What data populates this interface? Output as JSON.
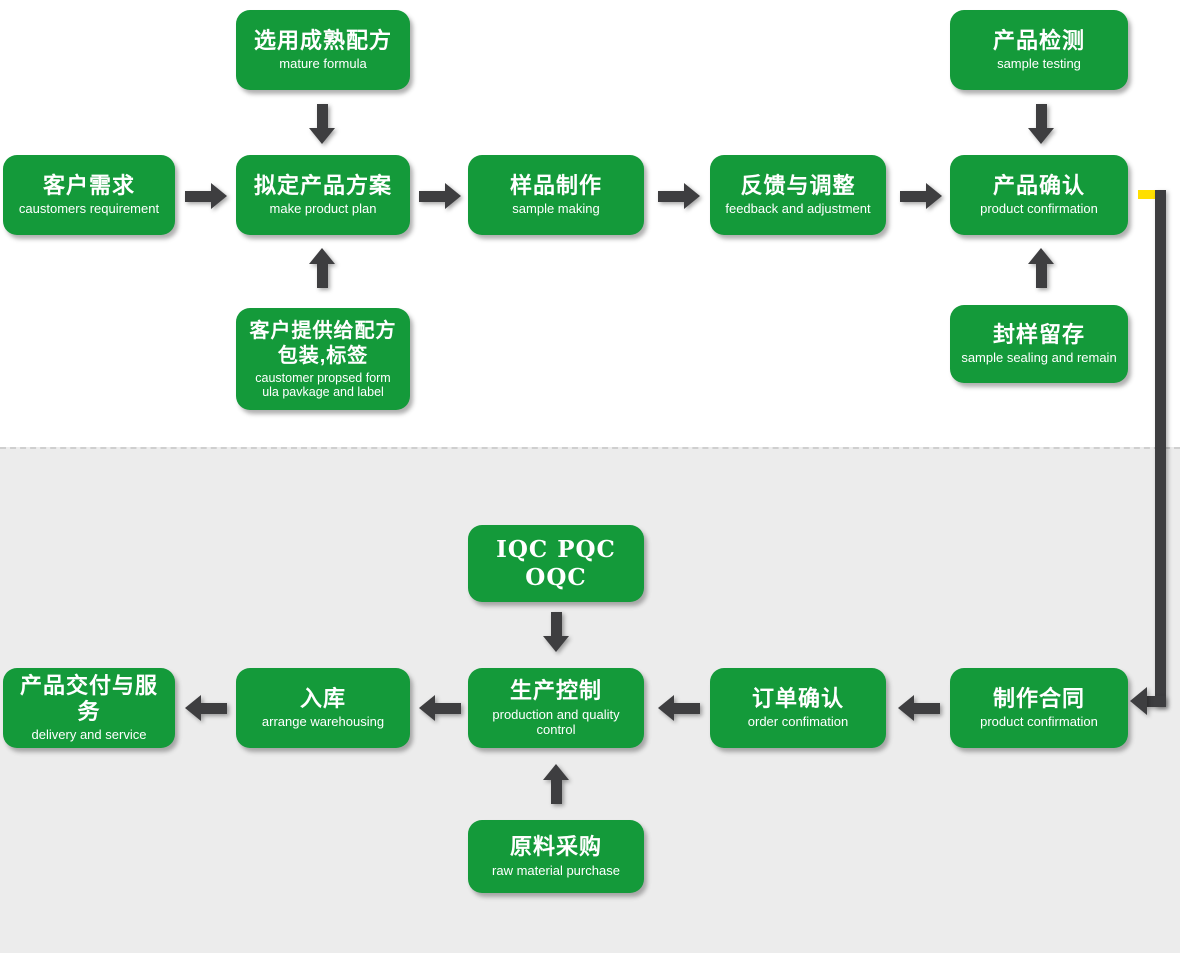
{
  "colors": {
    "box_green": "#149a3a",
    "arrow_gray": "#3e3e40",
    "bottom_section_bg": "#ececec",
    "divider_dash": "#cfcfcf",
    "connector_yellow": "#ffdf00",
    "text_white": "#ffffff"
  },
  "nodes": {
    "mature_formula": {
      "title": "选用成熟配方",
      "subtitle": "mature formula"
    },
    "sample_testing": {
      "title": "产品检测",
      "subtitle": "sample testing"
    },
    "customer_requirement": {
      "title": "客户需求",
      "subtitle": "caustomers requirement"
    },
    "product_plan": {
      "title": "拟定产品方案",
      "subtitle": "make product plan"
    },
    "sample_making": {
      "title": "样品制作",
      "subtitle": "sample making"
    },
    "feedback_adjustment": {
      "title": "反馈与调整",
      "subtitle": "feedback and adjustment"
    },
    "product_confirmation": {
      "title": "产品确认",
      "subtitle": "product confirmation"
    },
    "customer_formula": {
      "title_line1": "客户提供给配方",
      "title_line2": "包装,标签",
      "subtitle_line1": "caustomer propsed form",
      "subtitle_line2": "ula pavkage and label"
    },
    "sample_sealing": {
      "title": "封样留存",
      "subtitle": "sample sealing and remain"
    },
    "iqc": {
      "title": "IQC PQC OQC"
    },
    "delivery_service": {
      "title": "产品交付与服务",
      "subtitle": "delivery and service"
    },
    "warehousing": {
      "title": "入库",
      "subtitle": "arrange warehousing"
    },
    "production_control": {
      "title": "生产控制",
      "subtitle": "production and quality control"
    },
    "order_confirmation": {
      "title": "订单确认",
      "subtitle": "order confimation"
    },
    "contract": {
      "title": "制作合同",
      "subtitle": "product confirmation"
    },
    "raw_material": {
      "title": "原料采购",
      "subtitle": "raw material purchase"
    }
  }
}
